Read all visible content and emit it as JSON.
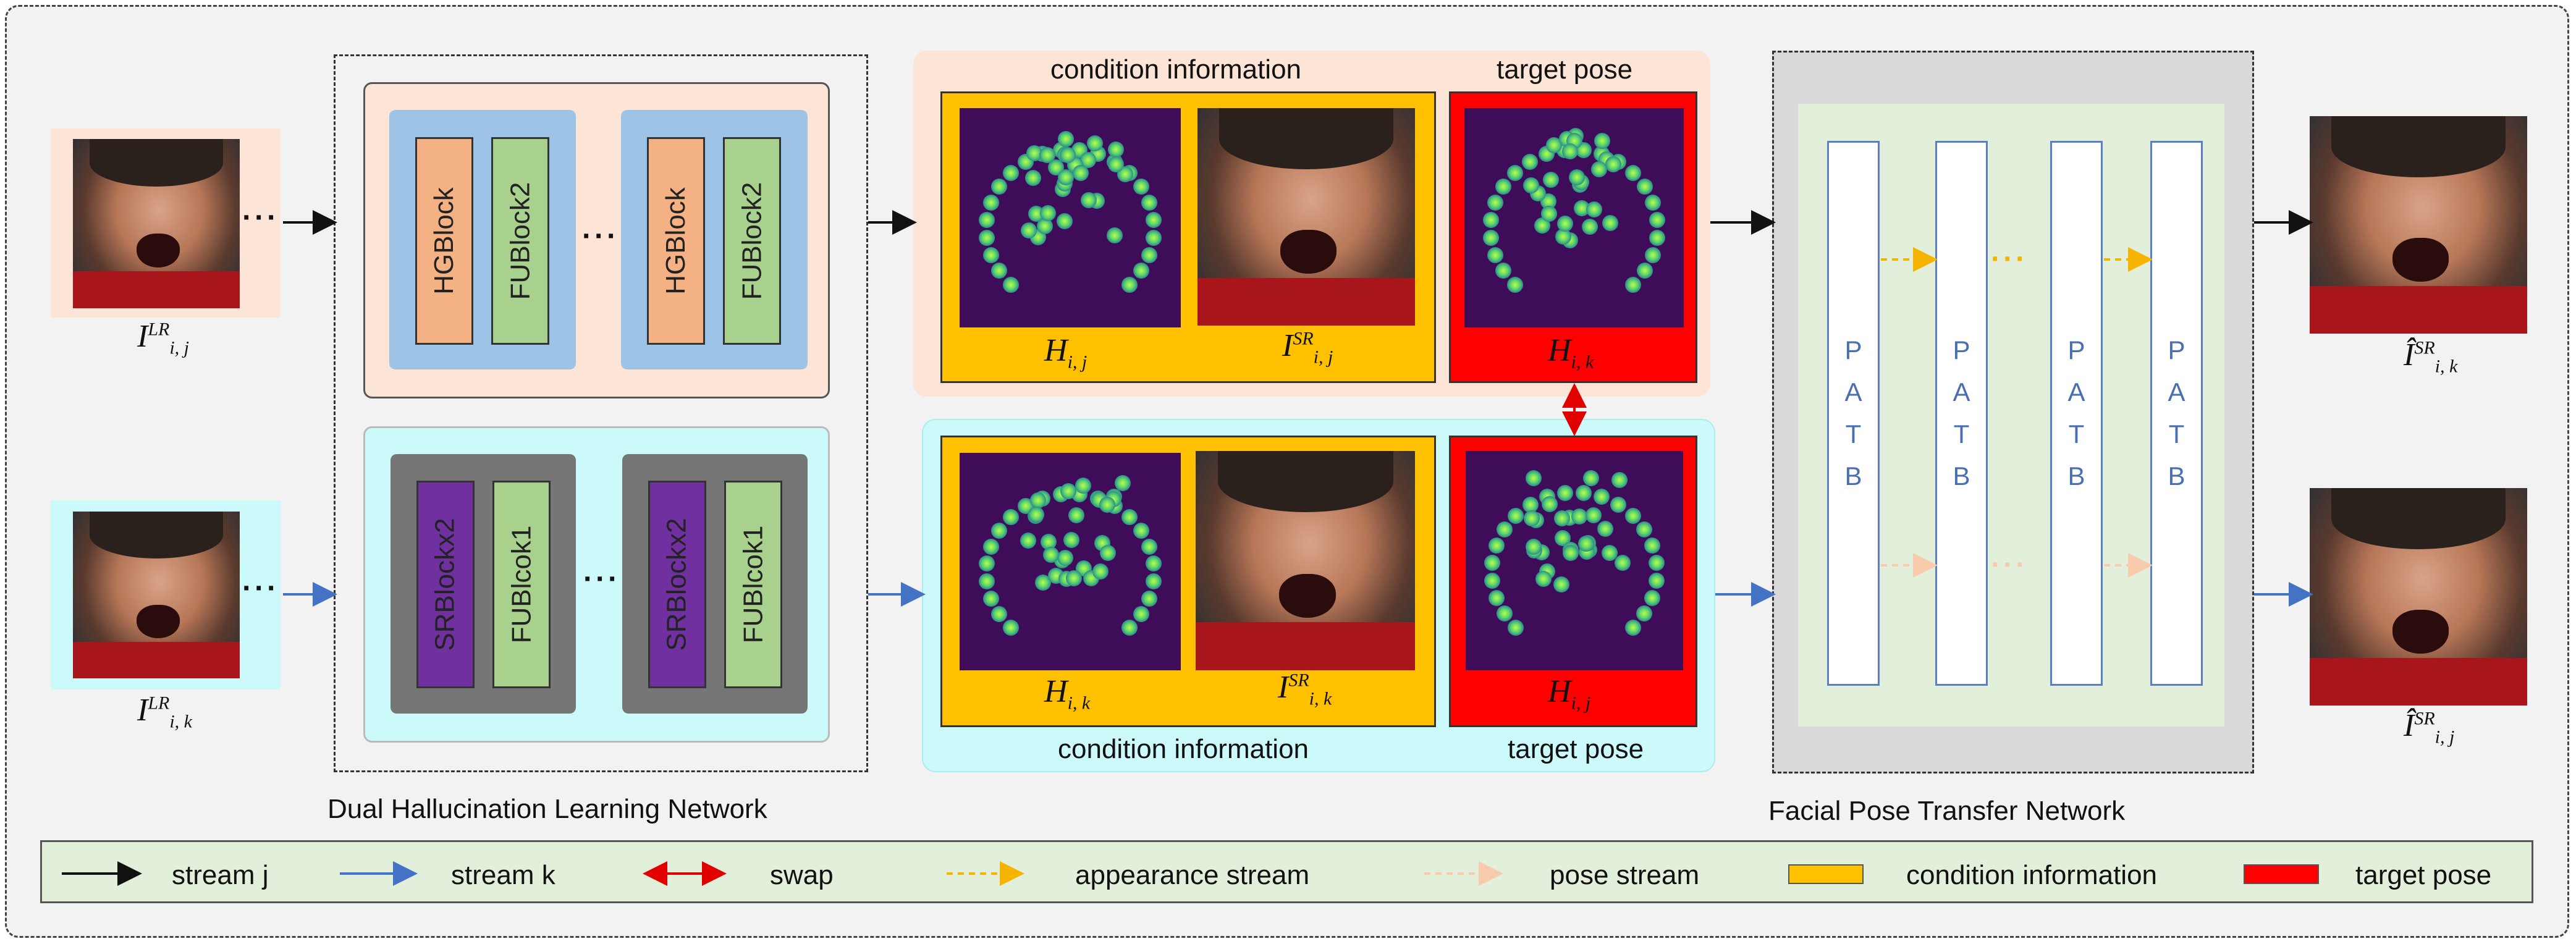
{
  "network_labels": {
    "dual": "Dual Hallucination Learning Network",
    "facial": "Facial Pose Transfer Network"
  },
  "top_branch": {
    "blocks": [
      "HGBlock",
      "FUBlock2",
      "HGBlock",
      "FUBlock2"
    ],
    "condition_label": "condition information",
    "target_label": "target pose",
    "heatmap_label": {
      "base": "H",
      "sub": "i, j"
    },
    "sr_label": {
      "base": "I",
      "sup": "SR",
      "sub": "i, j"
    },
    "target_heatmap_label": {
      "base": "H",
      "sub": "i, k"
    }
  },
  "bottom_branch": {
    "blocks": [
      "SRBlockx2",
      "FUBlcok1",
      "SRBlockx2",
      "FUBlcok1"
    ],
    "condition_label": "condition information",
    "target_label": "target pose",
    "heatmap_label": {
      "base": "H",
      "sub": "i, k"
    },
    "sr_label": {
      "base": "I",
      "sup": "SR",
      "sub": "i, k"
    },
    "target_heatmap_label": {
      "base": "H",
      "sub": "i, j"
    }
  },
  "inputs": {
    "top": {
      "base": "I",
      "sup": "LR",
      "sub": "i, j"
    },
    "bottom": {
      "base": "I",
      "sup": "LR",
      "sub": "i, k"
    }
  },
  "outputs": {
    "top": {
      "base": "Î",
      "sup": "SR",
      "sub": "i, k"
    },
    "bottom": {
      "base": "Î",
      "sup": "SR",
      "sub": "i, j"
    }
  },
  "patb_letters": [
    "P",
    "A",
    "T",
    "B"
  ],
  "ellipsis": "···",
  "legend": {
    "items": [
      {
        "label": "stream j"
      },
      {
        "label": "stream k"
      },
      {
        "label": "swap"
      },
      {
        "label": "appearance stream"
      },
      {
        "label": "pose stream"
      },
      {
        "label": "condition information"
      },
      {
        "label": "target pose"
      }
    ]
  },
  "colors": {
    "stream_j": "#111111",
    "stream_k": "#4472c4",
    "swap": "#e00000",
    "appearance": "#f4b400",
    "pose": "#f8cbad",
    "condition": "#ffc000",
    "target": "#ff0000",
    "peach_bg": "#fce4d6",
    "cyan_bg": "#ccfafa",
    "block_blue": "#9dc3e6",
    "block_gray": "#767676",
    "hg_block": "#f4b183",
    "fu_block": "#a9d18e",
    "sr_block": "#7030a0",
    "patb_panel": "#e2efda"
  }
}
